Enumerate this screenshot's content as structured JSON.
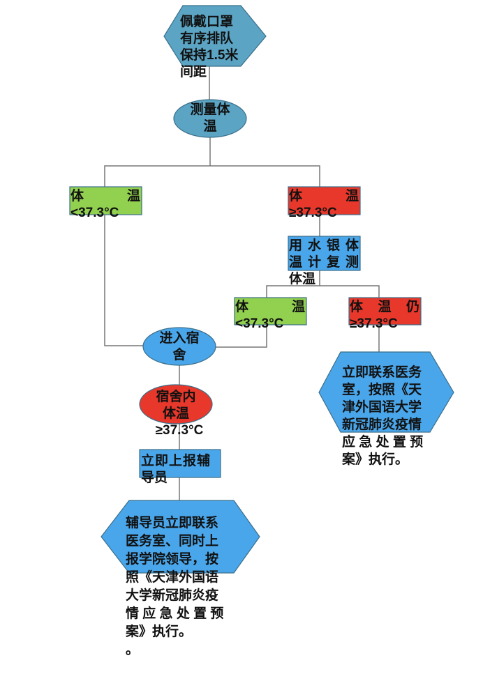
{
  "colors": {
    "teal": "#5ba4c4",
    "blue": "#4aa6ea",
    "green": "#92d050",
    "red": "#e8382b",
    "line": "#777777"
  },
  "nodes": {
    "start": {
      "lines": [
        "佩戴口罩",
        "有序排队",
        "保持1.5米",
        "间距"
      ]
    },
    "measure": {
      "lines": [
        "测量体",
        "温"
      ]
    },
    "normal1": {
      "a": "体",
      "b": "温",
      "value": "<37.3°C"
    },
    "fever1": {
      "a": "体",
      "b": "温",
      "value": "≥37.3°C"
    },
    "recheck": {
      "row1": [
        "用",
        "水",
        "银",
        "体"
      ],
      "row2": [
        "温",
        "计",
        "复",
        "测"
      ],
      "line3": "体温"
    },
    "normal2": {
      "a": "体",
      "b": "温",
      "value": "<37.3°C"
    },
    "fever2": {
      "a": "体",
      "b": "温",
      "c": "仍",
      "value": "≥37.3°C"
    },
    "dorm": {
      "lines": [
        "进入宿",
        "舍"
      ]
    },
    "dorm_fever": {
      "lines": [
        "宿舍内",
        "体温"
      ],
      "value": "≥37.3°C"
    },
    "report": {
      "lines": [
        "立即上报辅",
        "导员"
      ]
    },
    "counselor": {
      "lines": [
        "辅导员立即联系",
        "医务室、同时上",
        "报学院领导，按",
        "照《天津外国语",
        "大学新冠肺炎疫",
        "情 应 急 处 置 预",
        "案》执行。",
        "。"
      ]
    },
    "contact": {
      "lines": [
        "立即联系医务",
        "室，按照《天",
        "津外国语大学",
        "新冠肺炎疫情",
        "应 急 处 置 预",
        "案》执行。"
      ]
    }
  }
}
